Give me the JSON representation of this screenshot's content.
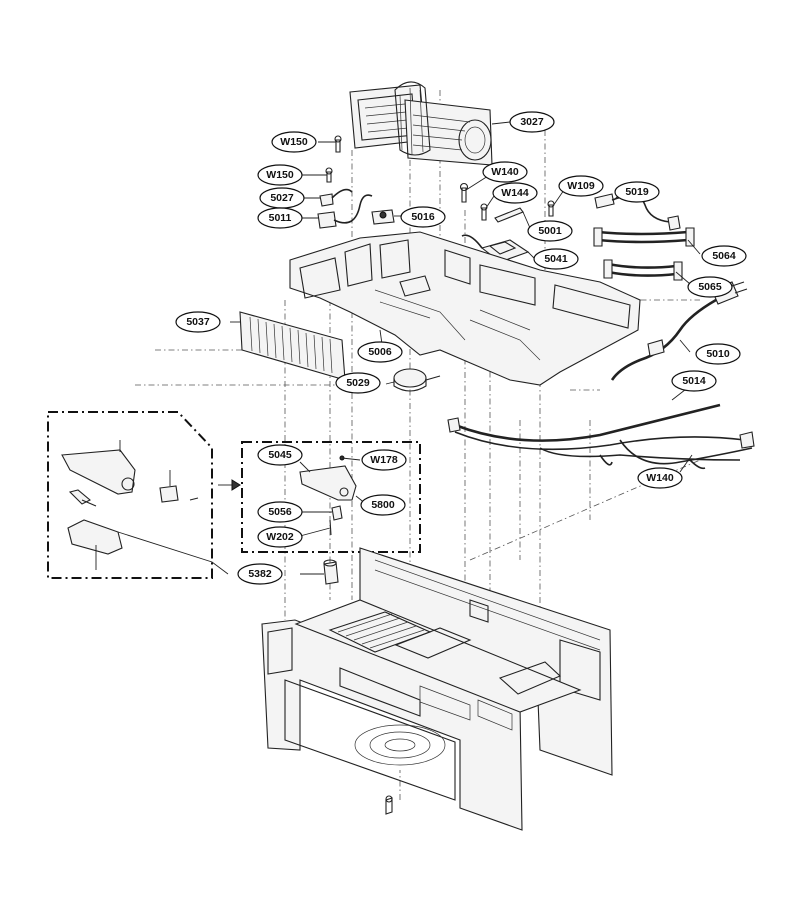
{
  "callouts": [
    {
      "id": "3027",
      "label": "3027"
    },
    {
      "id": "W150a",
      "label": "W150"
    },
    {
      "id": "W150b",
      "label": "W150"
    },
    {
      "id": "5027",
      "label": "5027"
    },
    {
      "id": "5011",
      "label": "5011"
    },
    {
      "id": "5016",
      "label": "5016"
    },
    {
      "id": "W140a",
      "label": "W140"
    },
    {
      "id": "W144",
      "label": "W144"
    },
    {
      "id": "W109",
      "label": "W109"
    },
    {
      "id": "5019",
      "label": "5019"
    },
    {
      "id": "5001",
      "label": "5001"
    },
    {
      "id": "5064",
      "label": "5064"
    },
    {
      "id": "5041",
      "label": "5041"
    },
    {
      "id": "5065",
      "label": "5065"
    },
    {
      "id": "5037",
      "label": "5037"
    },
    {
      "id": "5006",
      "label": "5006"
    },
    {
      "id": "5010",
      "label": "5010"
    },
    {
      "id": "5029",
      "label": "5029"
    },
    {
      "id": "5014",
      "label": "5014"
    },
    {
      "id": "5045",
      "label": "5045"
    },
    {
      "id": "W178",
      "label": "W178"
    },
    {
      "id": "5800",
      "label": "5800"
    },
    {
      "id": "5056",
      "label": "5056"
    },
    {
      "id": "W202",
      "label": "W202"
    },
    {
      "id": "W140b",
      "label": "W140"
    },
    {
      "id": "5382",
      "label": "5382"
    }
  ]
}
